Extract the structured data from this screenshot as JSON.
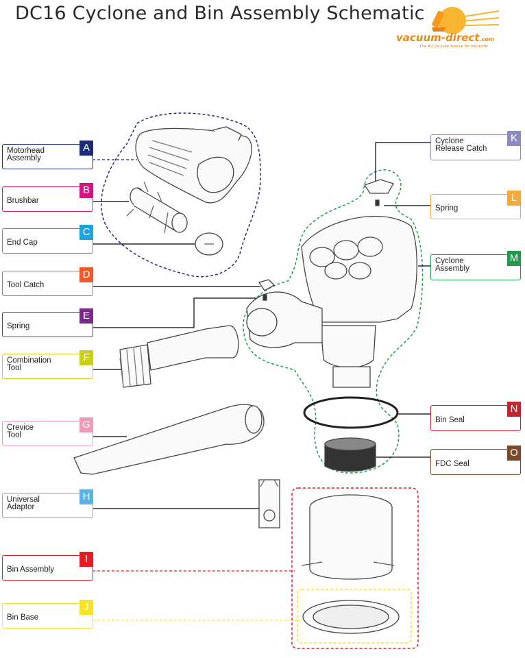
{
  "title": "DC16 Cyclone and Bin Assembly Schematic",
  "logo": {
    "brand": "vacuum-direct",
    "domain": ".com",
    "tagline": "The #1 On-Line Source for Vacuums"
  },
  "labels": [
    {
      "id": "A",
      "text": "Motorhead\nAssembly",
      "color": "#1c2a7a"
    },
    {
      "id": "B",
      "text": "Brushbar",
      "color": "#d6157f"
    },
    {
      "id": "C",
      "text": "End Cap",
      "color": "#1fa3dc"
    },
    {
      "id": "D",
      "text": "Tool Catch",
      "color": "#ec5a2a"
    },
    {
      "id": "E",
      "text": "Spring",
      "color": "#7a2a8a"
    },
    {
      "id": "F",
      "text": "Combination\nTool",
      "color": "#c9cf1c"
    },
    {
      "id": "G",
      "text": "Crevice\nTool",
      "color": "#f09ab9"
    },
    {
      "id": "H",
      "text": "Universal\nAdaptor",
      "color": "#5ab4e3"
    },
    {
      "id": "I",
      "text": "Bin Assembly",
      "color": "#e41c25"
    },
    {
      "id": "J",
      "text": "Bin Base",
      "color": "#f6e326"
    },
    {
      "id": "K",
      "text": "Cyclone\nRelease Catch",
      "color": "#8d8ac2"
    },
    {
      "id": "L",
      "text": "Spring",
      "color": "#f5a83d"
    },
    {
      "id": "M",
      "text": "Cyclone\nAssembly",
      "color": "#1f9a4a"
    },
    {
      "id": "N",
      "text": "Bin Seal",
      "color": "#c4242e"
    },
    {
      "id": "O",
      "text": "FDC Seal",
      "color": "#7b4a2a"
    }
  ]
}
